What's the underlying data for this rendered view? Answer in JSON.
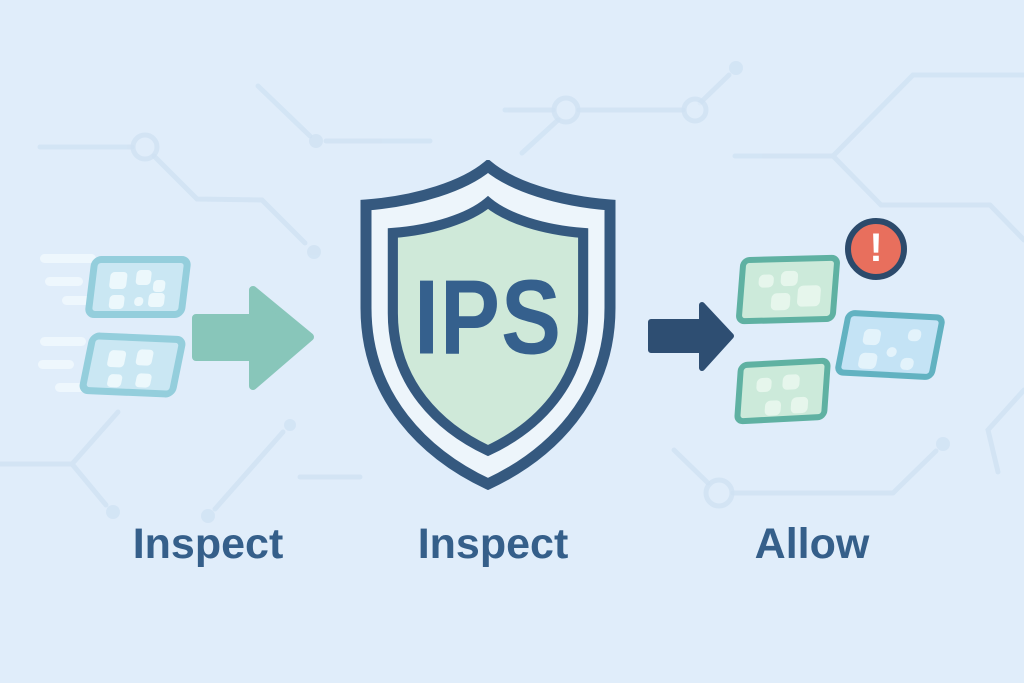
{
  "diagram": {
    "type": "flow-illustration",
    "topic": "IPS packet inspection flow",
    "shield": {
      "text": "IPS",
      "fill": "#cfe9d9",
      "band": "#edf5fb",
      "border": "#35597f"
    },
    "stage_labels": {
      "left": "Inspect",
      "center": "Inspect",
      "right": "Allow"
    },
    "alert_badge": {
      "symbol": "!",
      "fill": "#e86f5d",
      "border": "#2c4a6b"
    },
    "arrows": {
      "left": {
        "direction": "right",
        "color": "#88c6ba"
      },
      "right": {
        "direction": "right",
        "color": "#2e4e72"
      }
    },
    "packets": {
      "incoming": {
        "count": 2,
        "fill": "#cae7f3",
        "border": "#94cedc",
        "note": "fast incoming packets with speed lines"
      },
      "allowed": {
        "count": 2,
        "fill": "#cceada",
        "border": "#5fb1a2"
      },
      "flagged": {
        "count": 1,
        "fill": "#c4e3f5",
        "border": "#62b2c1"
      }
    },
    "colors": {
      "background": "#e0edfa",
      "pattern_line": "#cfe2f3",
      "label_text": "#355f8a"
    }
  }
}
